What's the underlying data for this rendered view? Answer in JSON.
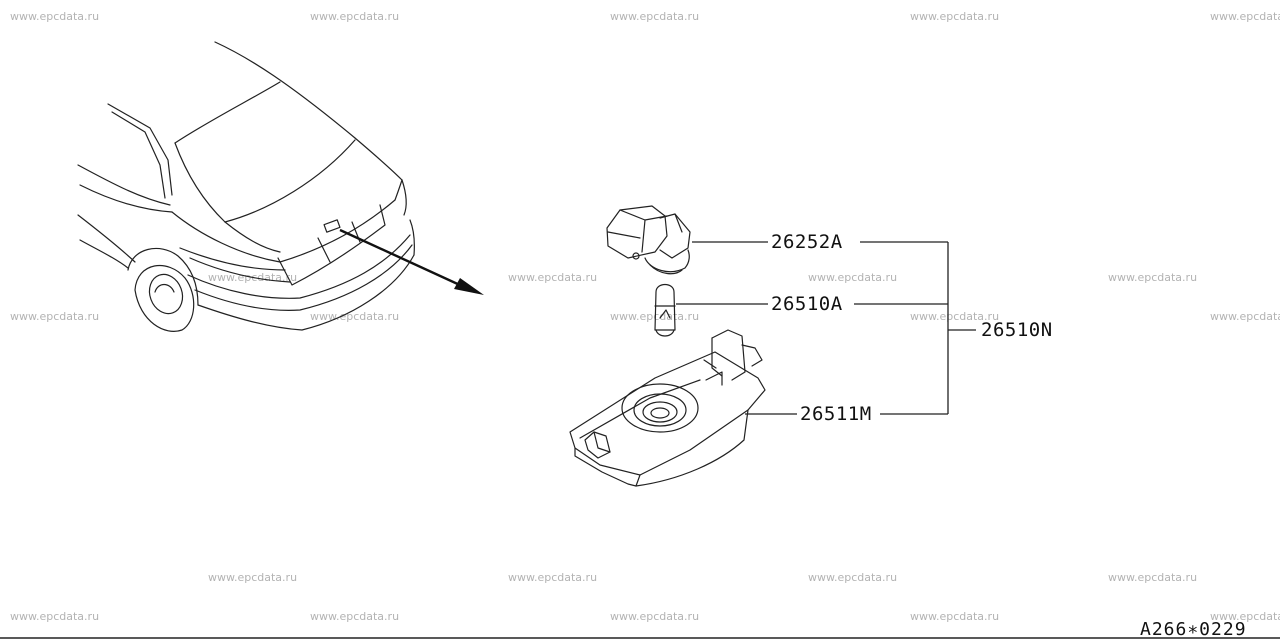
{
  "watermark_text": "www.epcdata.ru",
  "parts": {
    "p1": "26252A",
    "p2": "26510A",
    "p3": "26510N",
    "p4": "26511M"
  },
  "diagram_code": "A266∗0229",
  "colors": {
    "ink": "#222222",
    "watermark": "#b3b3b3",
    "background": "#ffffff"
  }
}
